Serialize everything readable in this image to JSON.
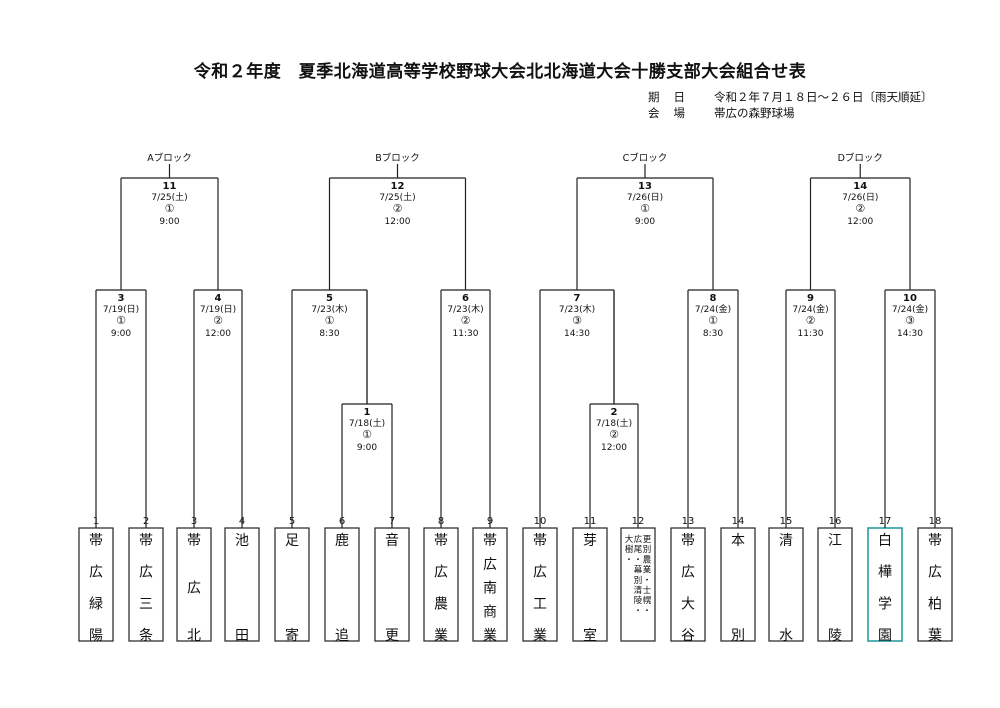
{
  "title": "令和２年度　夏季北海道高等学校野球大会北北海道大会十勝支部大会組合せ表",
  "info": [
    {
      "label": "期日",
      "value": "令和２年７月１８日～２６日〔雨天順延〕"
    },
    {
      "label": "会場",
      "value": "帯広の森野球場"
    }
  ],
  "teams": [
    {
      "no": "1",
      "name": "帯広緑陽"
    },
    {
      "no": "2",
      "name": "帯広三条"
    },
    {
      "no": "3",
      "name": "帯広北"
    },
    {
      "no": "4",
      "name": "池田"
    },
    {
      "no": "5",
      "name": "足寄"
    },
    {
      "no": "6",
      "name": "鹿追"
    },
    {
      "no": "7",
      "name": "音更"
    },
    {
      "no": "8",
      "name": "帯広農業"
    },
    {
      "no": "9",
      "name": "帯広南商業"
    },
    {
      "no": "10",
      "name": "帯広工業"
    },
    {
      "no": "11",
      "name": "芽室"
    },
    {
      "no": "12",
      "name": "",
      "combined": [
        "更別農業・士幌・",
        "広尾・幕別清陵・",
        "大樹・"
      ]
    },
    {
      "no": "13",
      "name": "帯広大谷"
    },
    {
      "no": "14",
      "name": "本別"
    },
    {
      "no": "15",
      "name": "清水"
    },
    {
      "no": "16",
      "name": "江陵"
    },
    {
      "no": "17",
      "name": "白樺学園"
    },
    {
      "no": "18",
      "name": "帯広柏葉"
    }
  ],
  "games": [
    {
      "id": "1",
      "no": "1",
      "date": "7/18(土)",
      "field": "①",
      "time": "9:00"
    },
    {
      "id": "2",
      "no": "2",
      "date": "7/18(土)",
      "field": "②",
      "time": "12:00"
    },
    {
      "id": "3",
      "no": "3",
      "date": "7/19(日)",
      "field": "①",
      "time": "9:00"
    },
    {
      "id": "4",
      "no": "4",
      "date": "7/19(日)",
      "field": "②",
      "time": "12:00"
    },
    {
      "id": "5",
      "no": "5",
      "date": "7/23(木)",
      "field": "①",
      "time": "8:30"
    },
    {
      "id": "6",
      "no": "6",
      "date": "7/23(木)",
      "field": "②",
      "time": "11:30"
    },
    {
      "id": "7",
      "no": "7",
      "date": "7/23(木)",
      "field": "③",
      "time": "14:30"
    },
    {
      "id": "8",
      "no": "8",
      "date": "7/24(金)",
      "field": "①",
      "time": "8:30"
    },
    {
      "id": "9",
      "no": "9",
      "date": "7/24(金)",
      "field": "②",
      "time": "11:30"
    },
    {
      "id": "10",
      "no": "10",
      "date": "7/24(金)",
      "field": "③",
      "time": "14:30"
    },
    {
      "id": "11",
      "no": "11",
      "date": "7/25(土)",
      "field": "①",
      "time": "9:00"
    },
    {
      "id": "12",
      "no": "12",
      "date": "7/25(土)",
      "field": "②",
      "time": "12:00"
    },
    {
      "id": "13",
      "no": "13",
      "date": "7/26(日)",
      "field": "①",
      "time": "9:00"
    },
    {
      "id": "14",
      "no": "14",
      "date": "7/26(日)",
      "field": "②",
      "time": "12:00"
    }
  ],
  "blocks": [
    {
      "id": "A",
      "label": "Aブロック"
    },
    {
      "id": "B",
      "label": "Bブロック"
    },
    {
      "id": "C",
      "label": "Cブロック"
    },
    {
      "id": "D",
      "label": "Dブロック"
    }
  ],
  "colors": {
    "line": "#222222",
    "highlight": "#2a9d9f"
  }
}
